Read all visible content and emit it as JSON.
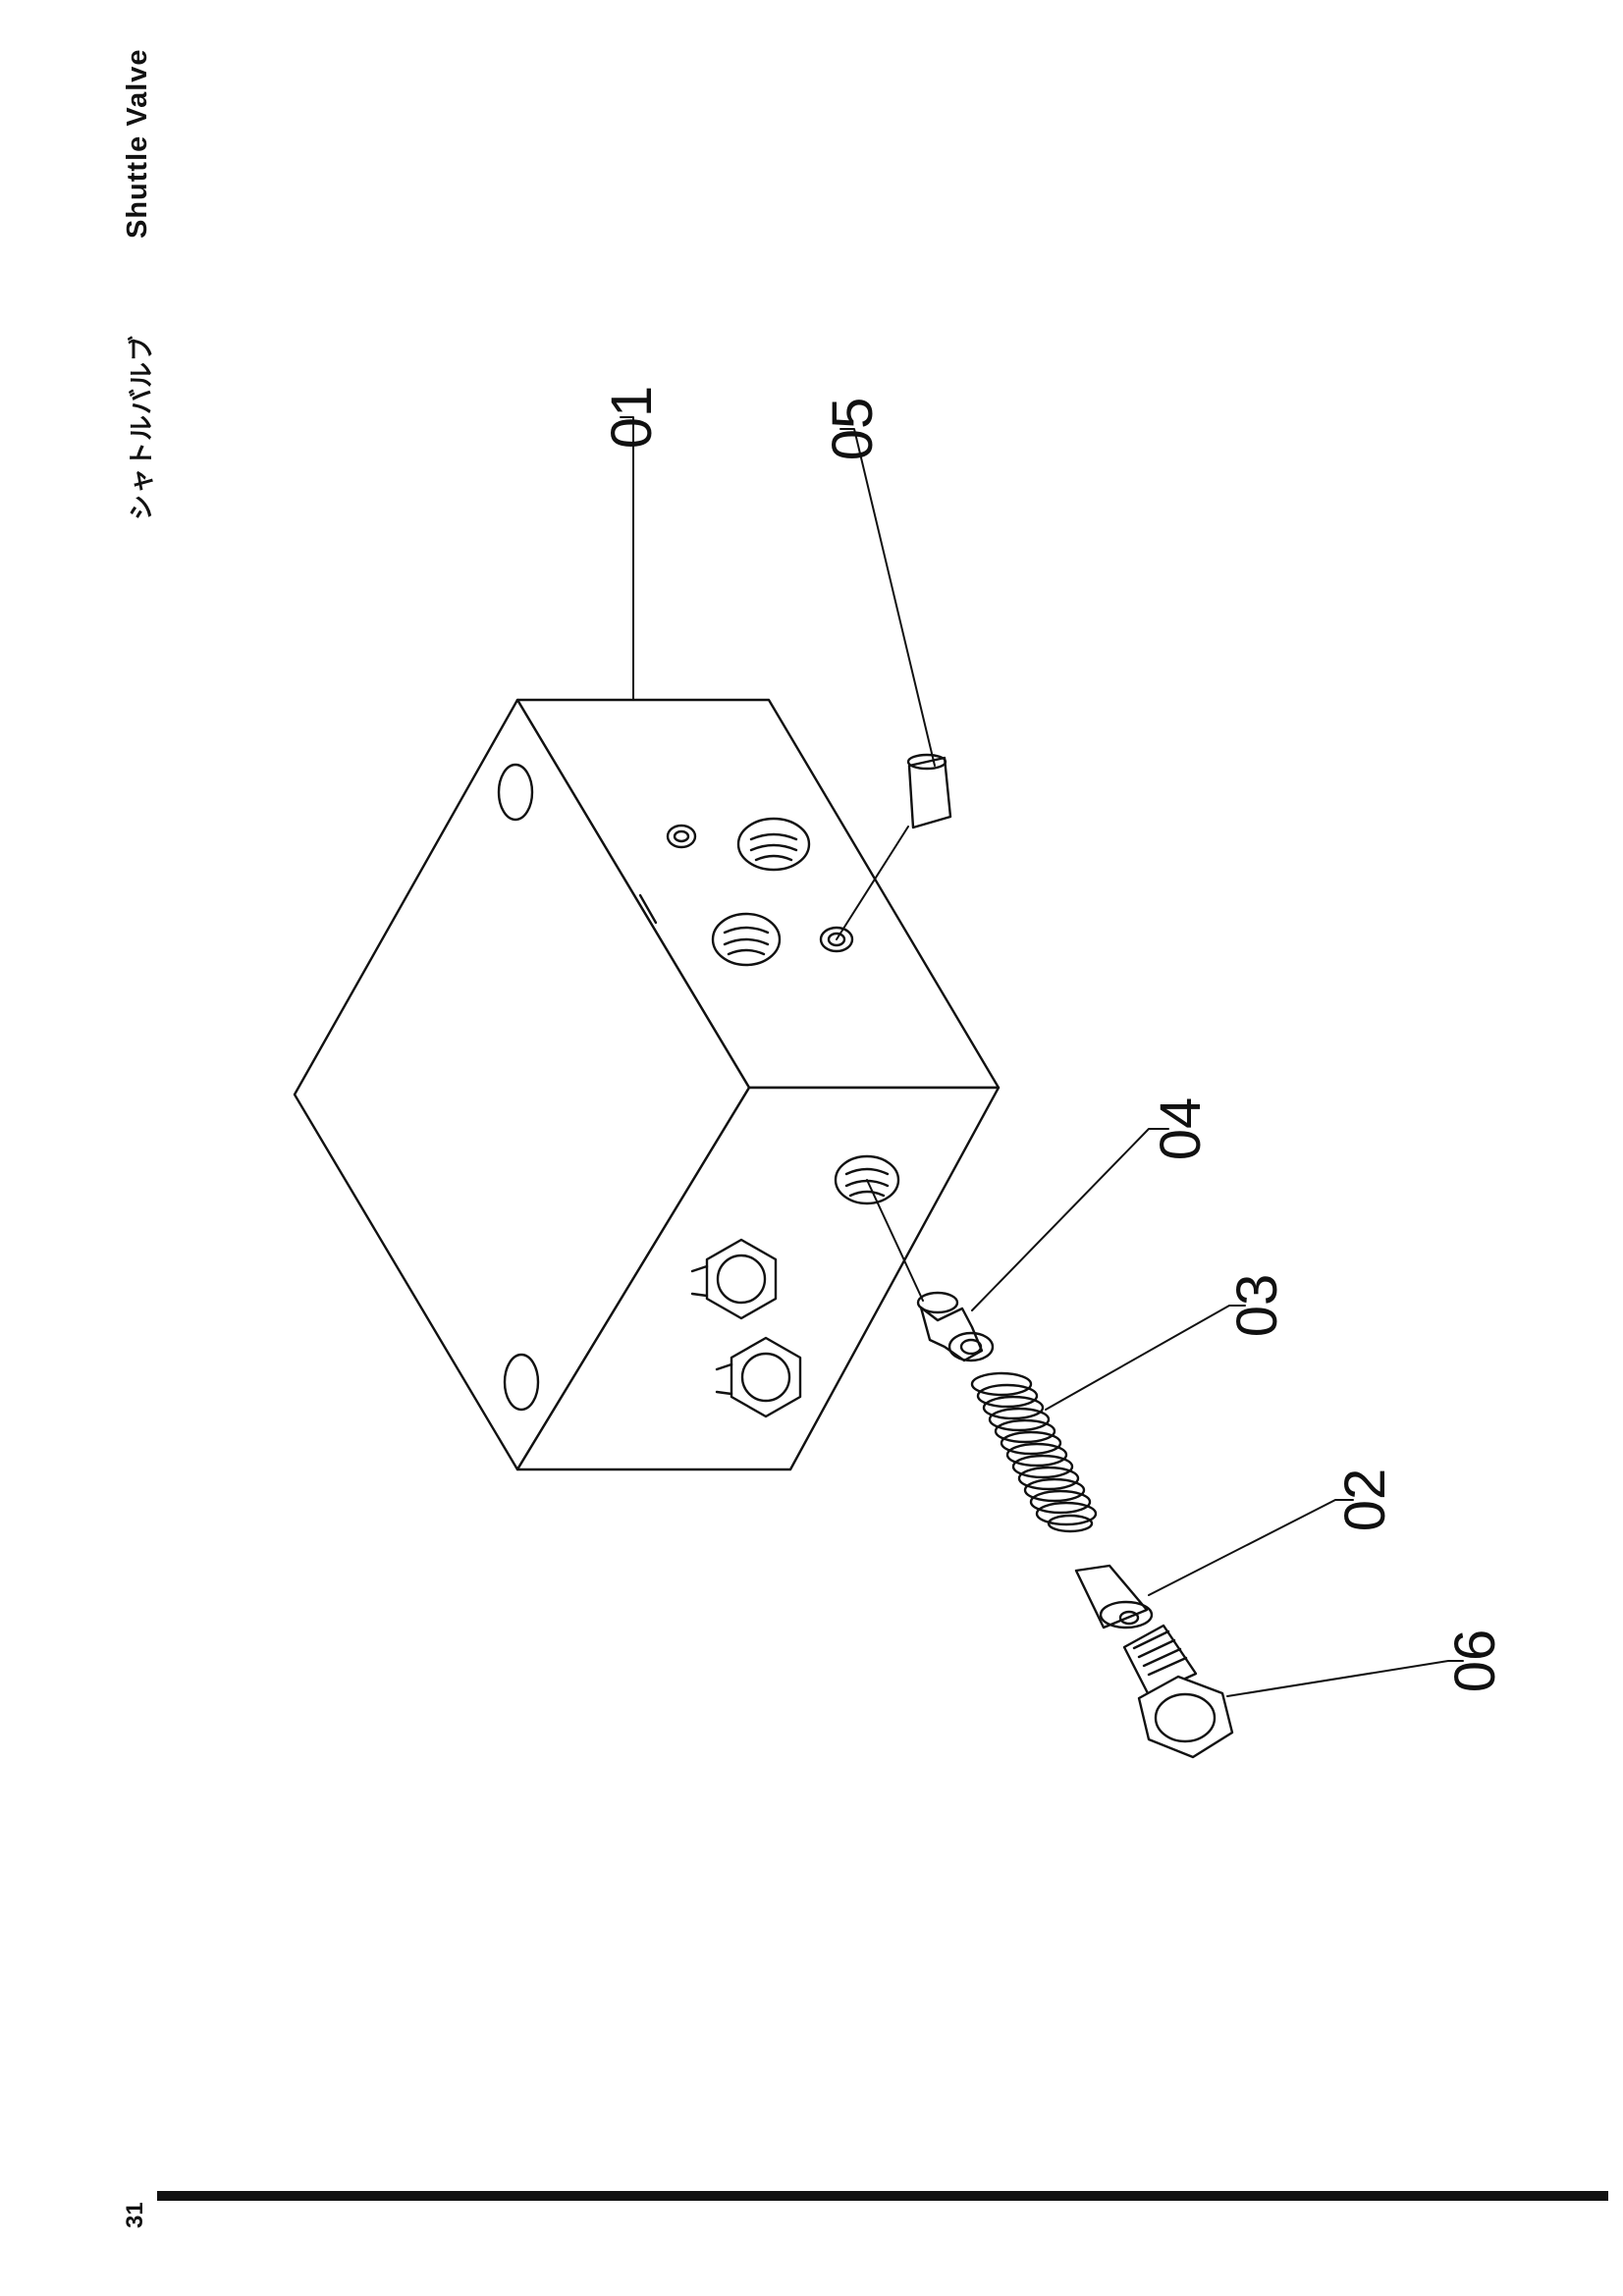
{
  "header": {
    "title_en": "Shuttle Valve",
    "title_jp": "シャトルバルブ"
  },
  "footer": {
    "page_number": "31"
  },
  "diagram": {
    "callouts": [
      "01",
      "05",
      "04",
      "03",
      "02",
      "06"
    ]
  }
}
